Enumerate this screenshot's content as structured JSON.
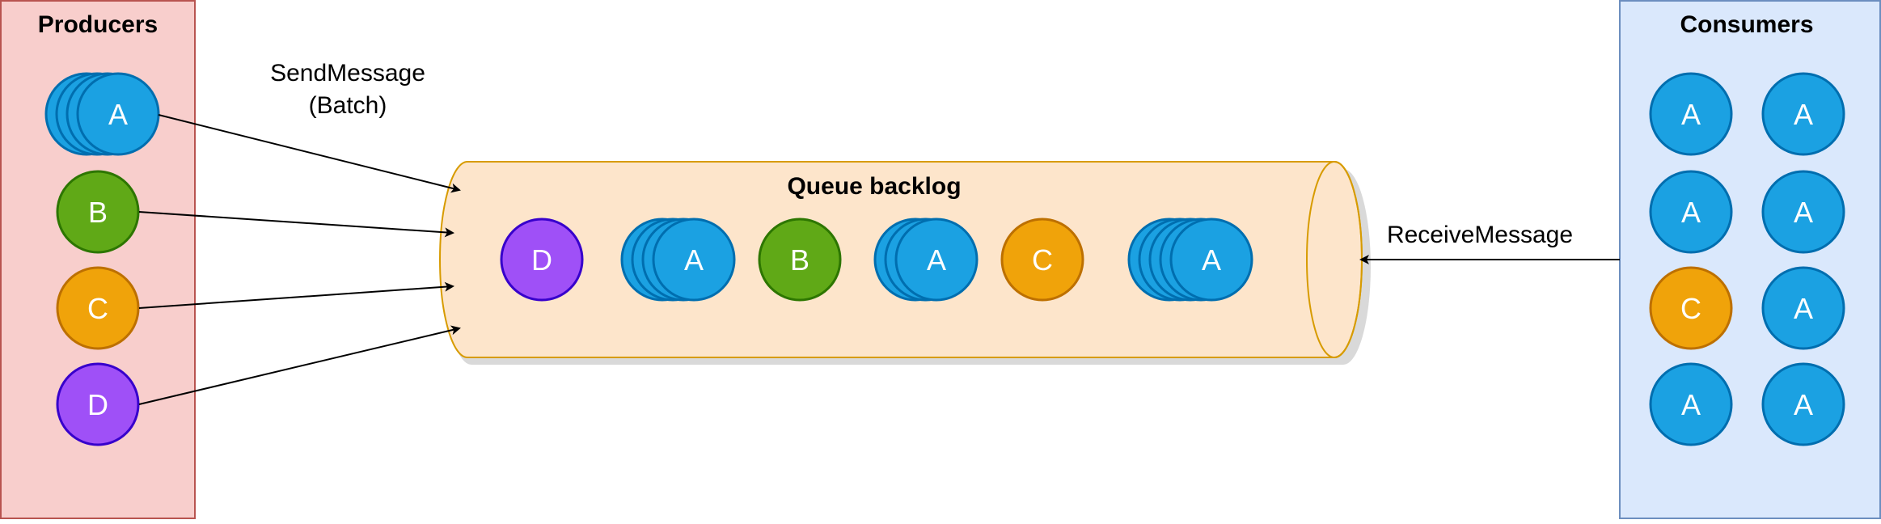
{
  "producers": {
    "title": "Producers",
    "items": [
      {
        "label": "A",
        "stack": 4
      },
      {
        "label": "B",
        "stack": 1
      },
      {
        "label": "C",
        "stack": 1
      },
      {
        "label": "D",
        "stack": 1
      }
    ]
  },
  "queue": {
    "title": "Queue backlog",
    "items": [
      {
        "label": "D",
        "stack": 1
      },
      {
        "label": "A",
        "stack": 4
      },
      {
        "label": "B",
        "stack": 1
      },
      {
        "label": "A",
        "stack": 3
      },
      {
        "label": "C",
        "stack": 1
      },
      {
        "label": "A",
        "stack": 5
      }
    ]
  },
  "consumers": {
    "title": "Consumers",
    "items": [
      {
        "label": "A"
      },
      {
        "label": "A"
      },
      {
        "label": "A"
      },
      {
        "label": "A"
      },
      {
        "label": "C"
      },
      {
        "label": "A"
      },
      {
        "label": "A"
      },
      {
        "label": "A"
      }
    ]
  },
  "labels": {
    "send_message_line1": "SendMessage",
    "send_message_line2": "(Batch)",
    "receive_message": "ReceiveMessage"
  },
  "palette": {
    "A": {
      "fill": "#1ba1e2",
      "stroke": "#006eaf"
    },
    "B": {
      "fill": "#60a917",
      "stroke": "#2d7600"
    },
    "C": {
      "fill": "#f0a30a",
      "stroke": "#bd7000"
    },
    "D": {
      "fill": "#9f50f7",
      "stroke": "#3700cc"
    },
    "producers_panel": {
      "fill": "#f8cecc",
      "stroke": "#b85450"
    },
    "consumers_panel": {
      "fill": "#dae8fc",
      "stroke": "#6c8ebf"
    },
    "queue_body": {
      "fill": "#fde5cb",
      "stroke": "#d79b00"
    }
  }
}
